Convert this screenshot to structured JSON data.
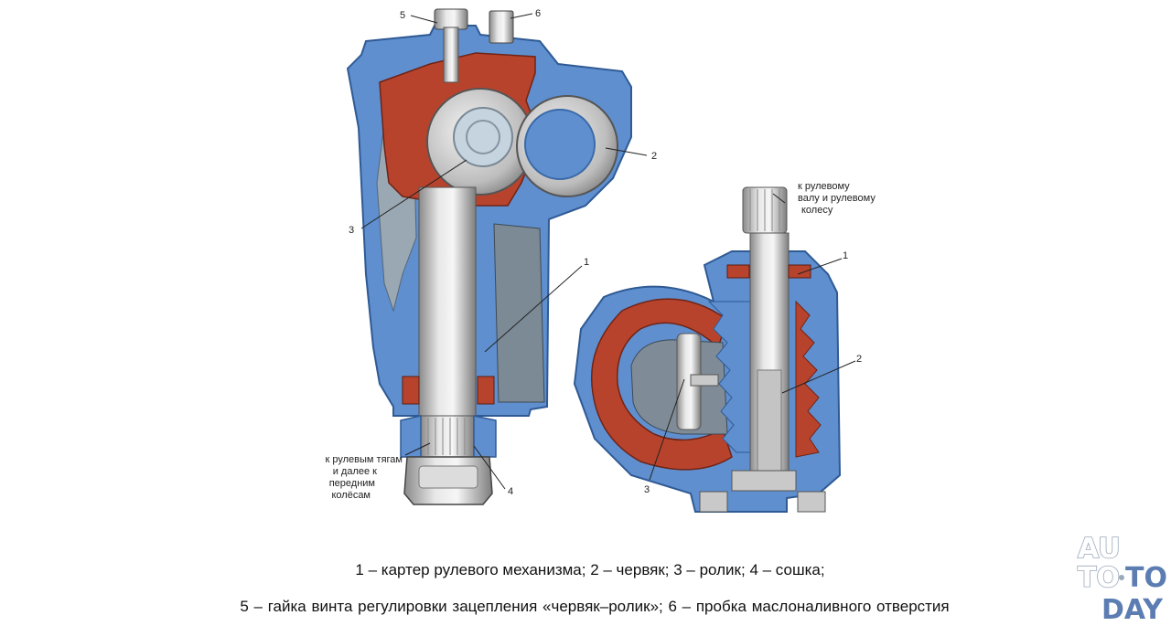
{
  "diagram": {
    "left_view": {
      "labels": [
        "5",
        "6",
        "2",
        "3",
        "1",
        "4"
      ],
      "note": [
        "к рулевым тягам",
        "и далее к",
        "передним",
        "колёсам"
      ]
    },
    "right_view": {
      "labels": [
        "1",
        "2",
        "3"
      ],
      "note": [
        "к рулевому",
        "валу и рулевому",
        "колесу"
      ]
    }
  },
  "caption": {
    "line1": "1 – картер рулевого механизма; 2 – червяк; 3 – ролик; 4 – сошка;",
    "line2": "5 – гайка винта регулировки зацепления «червяк–ролик»; 6 – пробка маслоналивного отверстия"
  },
  "watermark": {
    "line1": "AU",
    "line2a": "TO",
    "line2b": "TO",
    "line3": "DAY"
  },
  "colors": {
    "housing_blue": "#5f8fcf",
    "housing_dark": "#3a6aa8",
    "cavity_red": "#b8432c",
    "metal": "#c9c9c9",
    "logo_blue": "#5b7db2"
  }
}
